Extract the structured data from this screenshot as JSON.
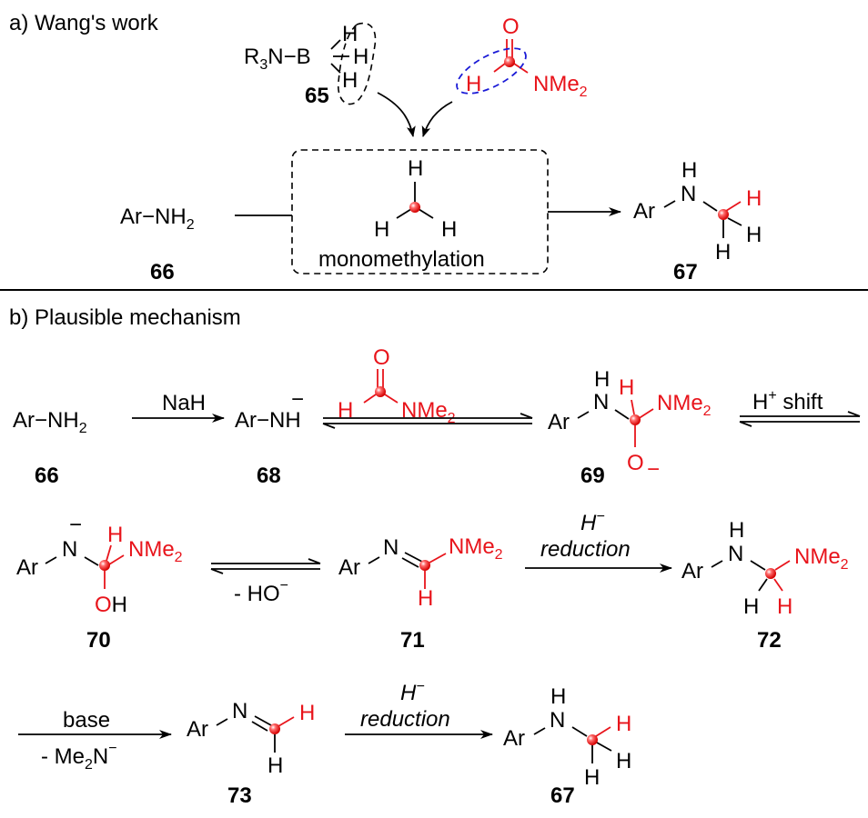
{
  "colors": {
    "highlight_red": "#e8141b",
    "dashed_blue": "#1a1ad6",
    "text": "#000000"
  },
  "section_a": {
    "title": "a) Wang's work",
    "reagent_65": {
      "formula_left": "R",
      "formula_sub": "3",
      "formula_right": "N−B",
      "hydrogens": [
        "H",
        "H",
        "H"
      ],
      "label": "65"
    },
    "dmf_reagent": {
      "o": "O",
      "h": "H",
      "nme": "NMe",
      "nme_sub": "2"
    },
    "substrate_66": {
      "text": "Ar−NH",
      "sub": "2",
      "label": "66"
    },
    "methyl_box": {
      "hydrogens": [
        "H",
        "H",
        "H"
      ],
      "caption": "monomethylation"
    },
    "product_67": {
      "ar": "Ar",
      "n": "N",
      "nh": "H",
      "h_red": "H",
      "h1": "H",
      "h2": "H",
      "label": "67"
    }
  },
  "section_b": {
    "title": "b) Plausible mechanism",
    "row1": {
      "c66": {
        "text": "Ar−NH",
        "sub": "2",
        "label": "66"
      },
      "arrow1_label": "NaH",
      "c68": {
        "text": "Ar−NH",
        "charge": "−",
        "label": "68"
      },
      "dmf": {
        "o": "O",
        "h": "H",
        "nme": "NMe",
        "nme_sub": "2"
      },
      "c69": {
        "ar": "Ar",
        "n": "N",
        "nh": "H",
        "h_red": "H",
        "nme": "NMe",
        "nme_sub": "2",
        "o": "O",
        "o_charge": "−",
        "label": "69"
      },
      "arrow3_label": "H",
      "arrow3_sup": "+",
      "arrow3_label2": " shift"
    },
    "row2": {
      "c70": {
        "ar": "Ar",
        "n": "N",
        "n_charge": "−",
        "h_red": "H",
        "nme": "NMe",
        "nme_sub": "2",
        "o": "O",
        "oh": "H",
        "label": "70"
      },
      "arrow_label_below": "- HO",
      "arrow_label_below_sup": "−",
      "c71": {
        "ar": "Ar",
        "n": "N",
        "nme": "NMe",
        "nme_sub": "2",
        "h_red": "H",
        "label": "71"
      },
      "arrow2_top": "H",
      "arrow2_top_sup": "−",
      "arrow2_label": "reduction",
      "c72": {
        "ar": "Ar",
        "n": "N",
        "nh": "H",
        "nme": "NMe",
        "nme_sub": "2",
        "h": "H",
        "h_red": "H",
        "label": "72"
      }
    },
    "row3": {
      "arrow1_top": "base",
      "arrow1_below": "- Me",
      "arrow1_below_sub": "2",
      "arrow1_below_n": "N",
      "arrow1_below_sup": "−",
      "c73": {
        "ar": "Ar",
        "n": "N",
        "h_red": "H",
        "h": "H",
        "label": "73"
      },
      "arrow2_top": "H",
      "arrow2_top_sup": "−",
      "arrow2_label": "reduction",
      "c67": {
        "ar": "Ar",
        "n": "N",
        "nh": "H",
        "h_red": "H",
        "h1": "H",
        "h2": "H",
        "label": "67"
      }
    }
  }
}
